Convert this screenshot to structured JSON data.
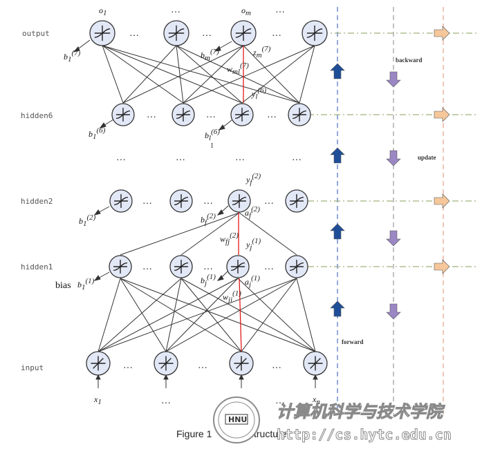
{
  "layers": {
    "output": "output",
    "hidden6": "hidden6",
    "hidden2": "hidden2",
    "hidden1": "hidden1",
    "input": "input"
  },
  "labels": {
    "o1": "o",
    "o1_sub": "1",
    "om": "o",
    "om_sub": "m",
    "x1": "x",
    "x1_sub": "1",
    "xn": "x",
    "xn_sub": "n",
    "b1_7": "b",
    "b1_7_sub": "1",
    "b1_7_sup": "(7)",
    "bm_7": "b",
    "bm_7_sub": "m",
    "bm_7_sup": "(7)",
    "zm_7": "z",
    "zm_7_sub": "m",
    "zm_7_sup": "(7)",
    "wml_7": "w",
    "wml_7_sub": "ml",
    "wml_7_sup": "(7)",
    "yl_6": "y",
    "yl_6_sub": "l",
    "yl_6_sup": "(6)",
    "b1_6": "b",
    "b1_6_sub": "1",
    "b1_6_sup": "(6)",
    "b1_6b": "b",
    "b1_6b_sub": "l",
    "b1_6b_sup": "(6)",
    "yf_2": "y",
    "yf_2_sub": "f",
    "yf_2_sup": "(2)",
    "af_2": "a",
    "af_2_sub": "f",
    "af_2_sup": "(2)",
    "bf_2": "b",
    "bf_2_sub": "f",
    "bf_2_sup": "(2)",
    "wfj_2": "w",
    "wfj_2_sub": "fj",
    "wfj_2_sup": "(2)",
    "b1_2": "b",
    "b1_2_sub": "1",
    "b1_2_sup": "(2)",
    "yj_1": "y",
    "yj_1_sub": "j",
    "yj_1_sup": "(1)",
    "aj_1": "a",
    "aj_1_sub": "j",
    "aj_1_sup": "(1)",
    "bj_1": "b",
    "bj_1_sub": "j",
    "bj_1_sup": "(1)",
    "wji_1": "w",
    "wji_1_sub": "ji",
    "wji_1_sup": "(1)",
    "b1_1": "b",
    "b1_1_sub": "1",
    "b1_1_sup": "(1)",
    "bias": "bias",
    "backward": "backward",
    "update": "update",
    "forward": "forward",
    "ellipsis": "…",
    "tick": "I"
  },
  "caption": {
    "left": "Figure 1",
    "right": "structure"
  },
  "watermark": {
    "title": "计算机科学与技术学院",
    "url": "http://cs.hytc.edu.cn",
    "seal_text": "HNU"
  },
  "colors": {
    "node_fill": "#e3e8f7",
    "node_stroke": "#333333",
    "edge": "#333333",
    "highlight_edge": "#e01a1a",
    "forward_arrow": "#1f4e99",
    "backward_arrow": "#9b87c4",
    "output_arrow": "#f5c79a",
    "guide_blue": "#4a72c4",
    "guide_gray": "#9a9a9a",
    "guide_orange": "#e8a08a",
    "guide_green": "#9fb07a"
  }
}
